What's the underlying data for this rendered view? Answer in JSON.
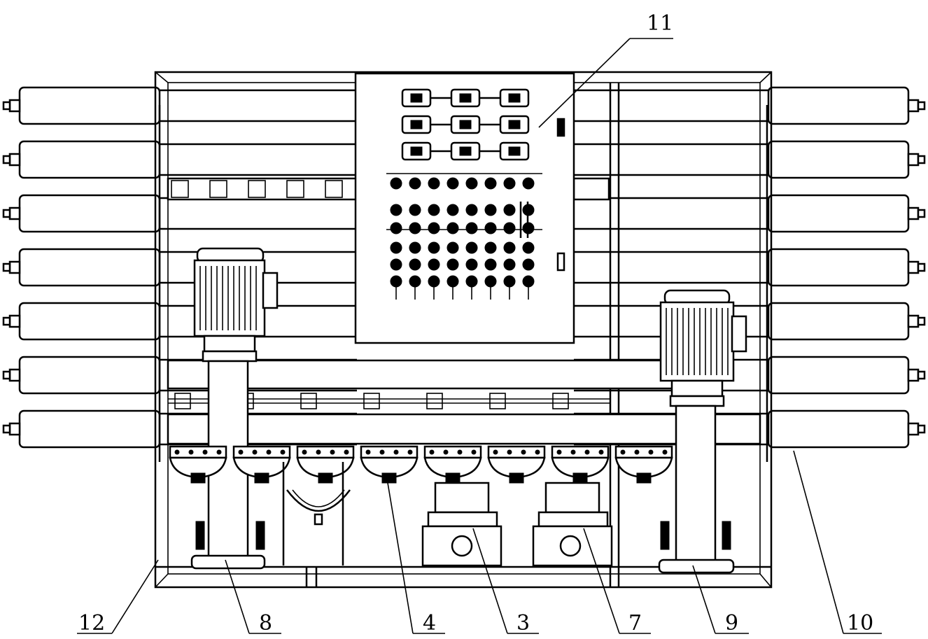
{
  "callouts": [
    {
      "id": "11",
      "text": "11"
    },
    {
      "id": "12",
      "text": "12"
    },
    {
      "id": "8",
      "text": "8"
    },
    {
      "id": "4",
      "text": "4"
    },
    {
      "id": "3",
      "text": "3"
    },
    {
      "id": "7",
      "text": "7"
    },
    {
      "id": "9",
      "text": "9"
    },
    {
      "id": "10",
      "text": "10"
    }
  ],
  "colors": {
    "line": "#000000",
    "background": "#ffffff"
  },
  "counts": {
    "membrane_vessels_per_side": 7,
    "cartridge_filters": 8,
    "high_pressure_pumps": 2,
    "booster_pumps": 2
  }
}
